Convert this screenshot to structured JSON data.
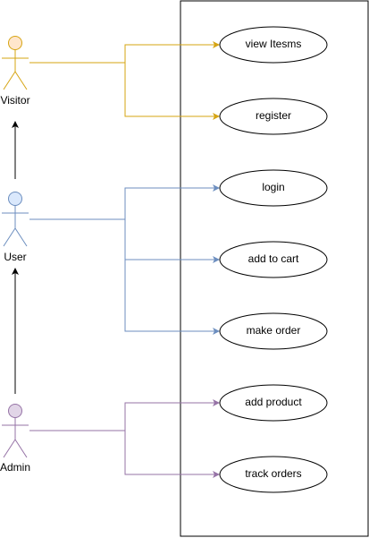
{
  "diagram": {
    "colors": {
      "visitor_stroke": "#d6a412",
      "visitor_fill": "#ffe6cc",
      "user_stroke": "#6c8ebf",
      "user_fill": "#dae8fc",
      "admin_stroke": "#9673a6",
      "admin_fill": "#e1d5e7",
      "line_black": "#000000"
    },
    "actors": {
      "visitor": {
        "label": "Visitor"
      },
      "user": {
        "label": "User"
      },
      "admin": {
        "label": "Admin"
      }
    },
    "use_cases": {
      "view_items": {
        "label": "view Itesms"
      },
      "register": {
        "label": "register"
      },
      "login": {
        "label": "login"
      },
      "add_to_cart": {
        "label": "add to cart"
      },
      "make_order": {
        "label": "make order"
      },
      "add_product": {
        "label": "add product"
      },
      "track_orders": {
        "label": "track orders"
      }
    },
    "associations": [
      {
        "actor": "visitor",
        "use_case": "view_items"
      },
      {
        "actor": "visitor",
        "use_case": "register"
      },
      {
        "actor": "user",
        "use_case": "login"
      },
      {
        "actor": "user",
        "use_case": "add_to_cart"
      },
      {
        "actor": "user",
        "use_case": "make_order"
      },
      {
        "actor": "admin",
        "use_case": "add_product"
      },
      {
        "actor": "admin",
        "use_case": "track_orders"
      }
    ],
    "generalizations": [
      {
        "from": "user",
        "to": "visitor"
      },
      {
        "from": "admin",
        "to": "user"
      }
    ]
  }
}
